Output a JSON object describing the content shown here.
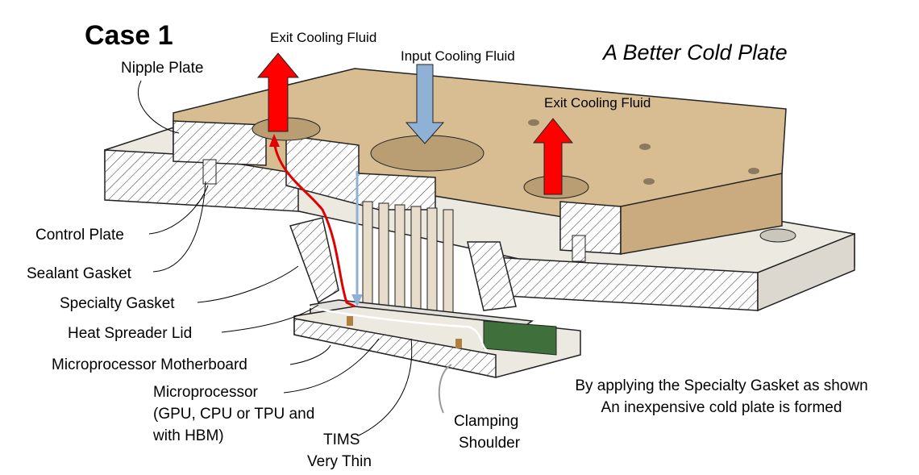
{
  "case_title": "Case 1",
  "subtitle": "A Better Cold Plate",
  "flows": {
    "exit_left": "Exit Cooling Fluid",
    "input": "Input Cooling Fluid",
    "exit_right": "Exit Cooling Fluid"
  },
  "labels": {
    "nipple_plate": "Nipple Plate",
    "control_plate": "Control Plate",
    "sealant_gasket": "Sealant Gasket",
    "specialty_gasket": "Specialty Gasket",
    "heat_spreader_lid": "Heat Spreader Lid",
    "motherboard": "Microprocessor Motherboard",
    "microprocessor_1": "Microprocessor",
    "microprocessor_2": "(GPU, CPU or TPU and",
    "microprocessor_3": "with HBM)",
    "tims_1": "TIMS",
    "tims_2": "Very Thin",
    "clamping_1": "Clamping",
    "clamping_2": "Shoulder"
  },
  "note": {
    "line1": "By applying the Specialty Gasket as shown",
    "line2": "An inexpensive cold plate is formed"
  },
  "colors": {
    "nipple_plate": "#d8bd93",
    "control_plate": "#e9e6de",
    "exit_arrow": "#ff0000",
    "input_arrow": "#8fb1d6",
    "board": "#3f6f3a",
    "lid": "#e2e0da"
  }
}
